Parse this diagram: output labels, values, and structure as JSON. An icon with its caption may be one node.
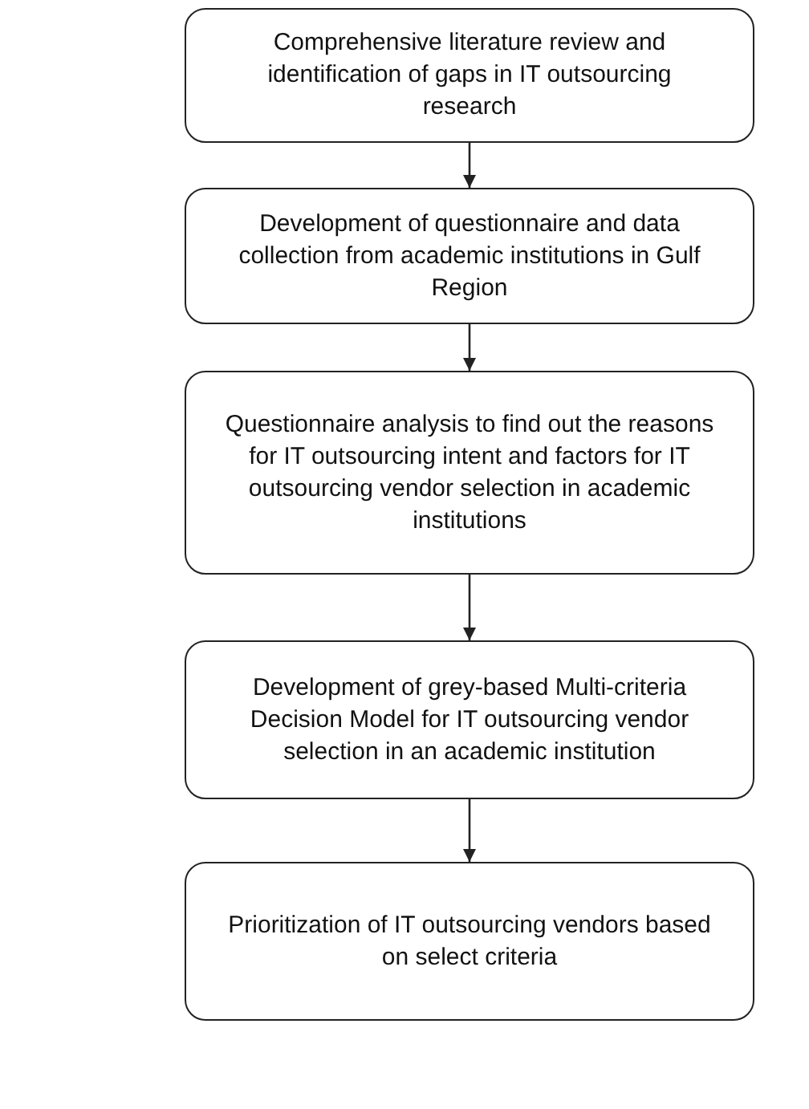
{
  "diagram": {
    "nodes": [
      {
        "text": [
          "Comprehensive literature review and identification of gaps in IT outsourcing research"
        ]
      },
      {
        "text": [
          "Development of questionnaire and data collection from academic institutions in Gulf Region"
        ]
      },
      {
        "text": [
          "Questionnaire analysis to find out the reasons for IT outsourcing intent and factors for IT outsourcing vendor selection in academic institutions"
        ]
      },
      {
        "text": [
          "Development of grey-based Multi-criteria Decision Model for IT outsourcing vendor selection in an academic institution"
        ]
      },
      {
        "text": [
          "Prioritization of IT outsourcing vendors based on select criteria"
        ]
      }
    ],
    "edges": [
      {
        "from": 0,
        "to": 1,
        "arrow": "to"
      },
      {
        "from": 1,
        "to": 2,
        "arrow": "to"
      },
      {
        "from": 2,
        "to": 3,
        "arrow": "to"
      },
      {
        "from": 3,
        "to": 4,
        "arrow": "to"
      }
    ]
  }
}
